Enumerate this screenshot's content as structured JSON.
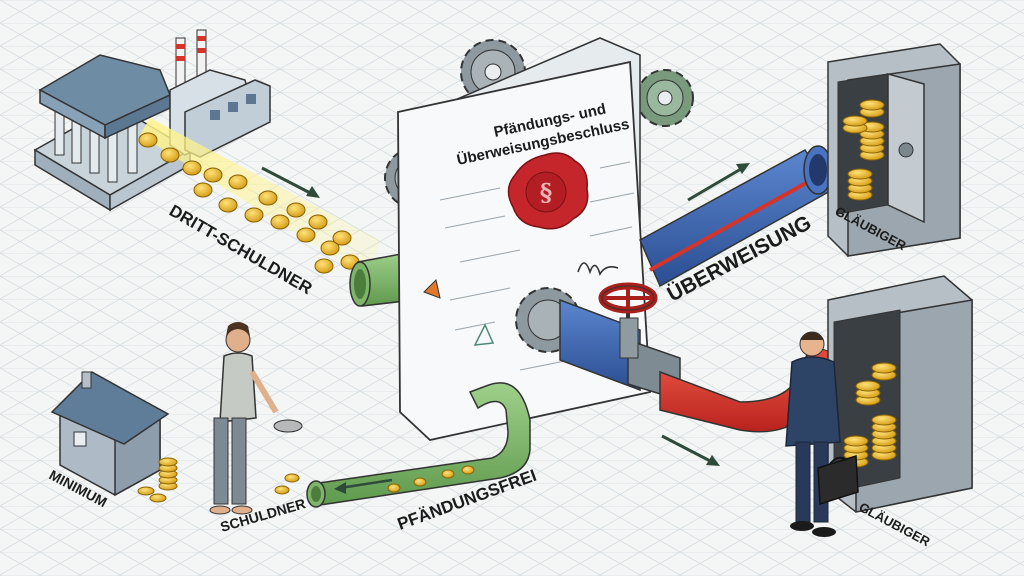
{
  "document": {
    "title_line1": "Pfändungs- und",
    "title_line2": "Überweisungsbeschluss",
    "seal_symbol": "§"
  },
  "labels": {
    "dritt_schuldner": "DRITT-SCHULDNER",
    "ueberweisung": "ÜBERWEISUNG",
    "glaeubiger_top": "GLÄUBIGER",
    "glaeubiger_bottom": "GLÄUBIGER",
    "pfaendungsfrei": "PFÄNDUNGSFREI",
    "schuldner": "SCHULDNER",
    "minimum": "MINIMUM"
  },
  "icons": [
    "bank-building-icon",
    "factory-icon",
    "gear-icon",
    "wax-seal-icon",
    "valve-wheel-icon",
    "safe-icon",
    "house-icon",
    "coin-icon",
    "briefcase-icon"
  ],
  "colors": {
    "coin": "#e9b824",
    "green_pipe": "#7fb56b",
    "blue_pipe": "#3a64b0",
    "red_pipe": "#d5342b",
    "seal": "#c5262b",
    "safe": "#a9b3bb",
    "grid": "#d2dadc"
  }
}
